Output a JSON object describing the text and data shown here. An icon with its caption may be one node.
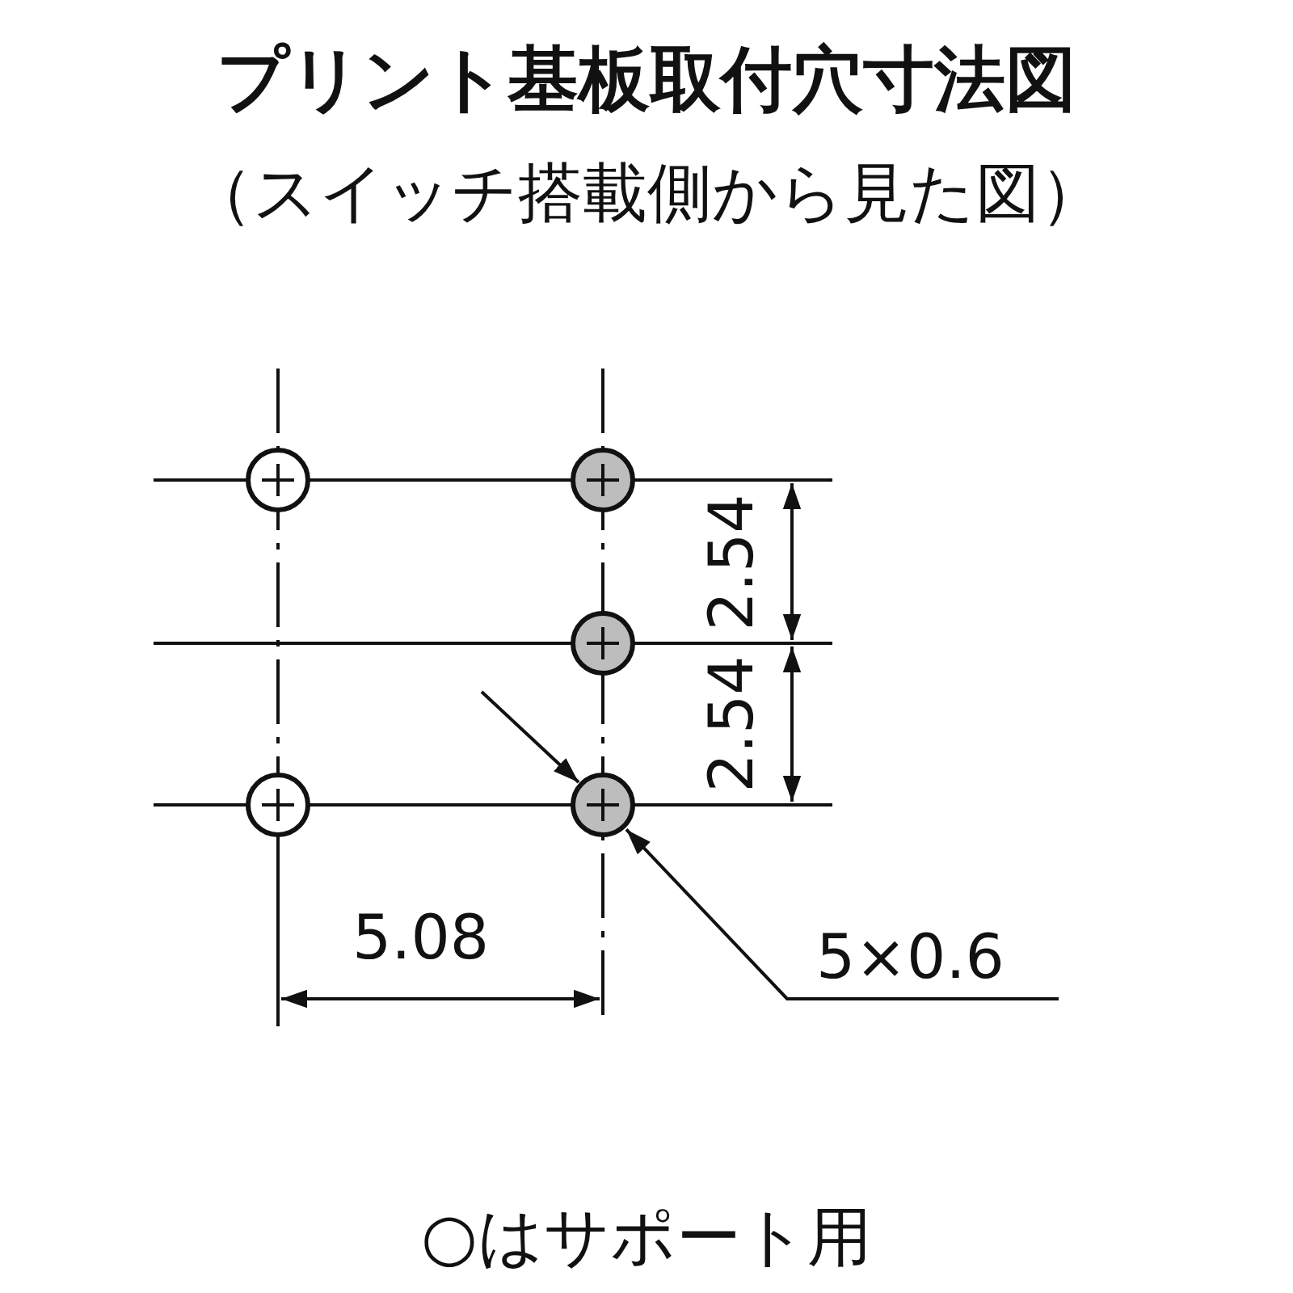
{
  "diagram": {
    "title": "プリント基板取付穴寸法図",
    "caption": "（スイッチ搭載側から見た図）",
    "nodes": [
      {
        "text": [],
        "shape": "circle"
      },
      {
        "text": [],
        "shape": "circle"
      },
      {
        "text": [],
        "shape": "circle"
      },
      {
        "text": [],
        "shape": "circle"
      },
      {
        "text": [],
        "shape": "circle"
      },
      {
        "text": [
          "5×0.6"
        ]
      }
    ],
    "edges": [
      {
        "from": 5,
        "to": 4,
        "arrow": "to"
      }
    ],
    "labels": [
      "2.54",
      "2.54",
      "5.08",
      "○はサポート用"
    ]
  }
}
